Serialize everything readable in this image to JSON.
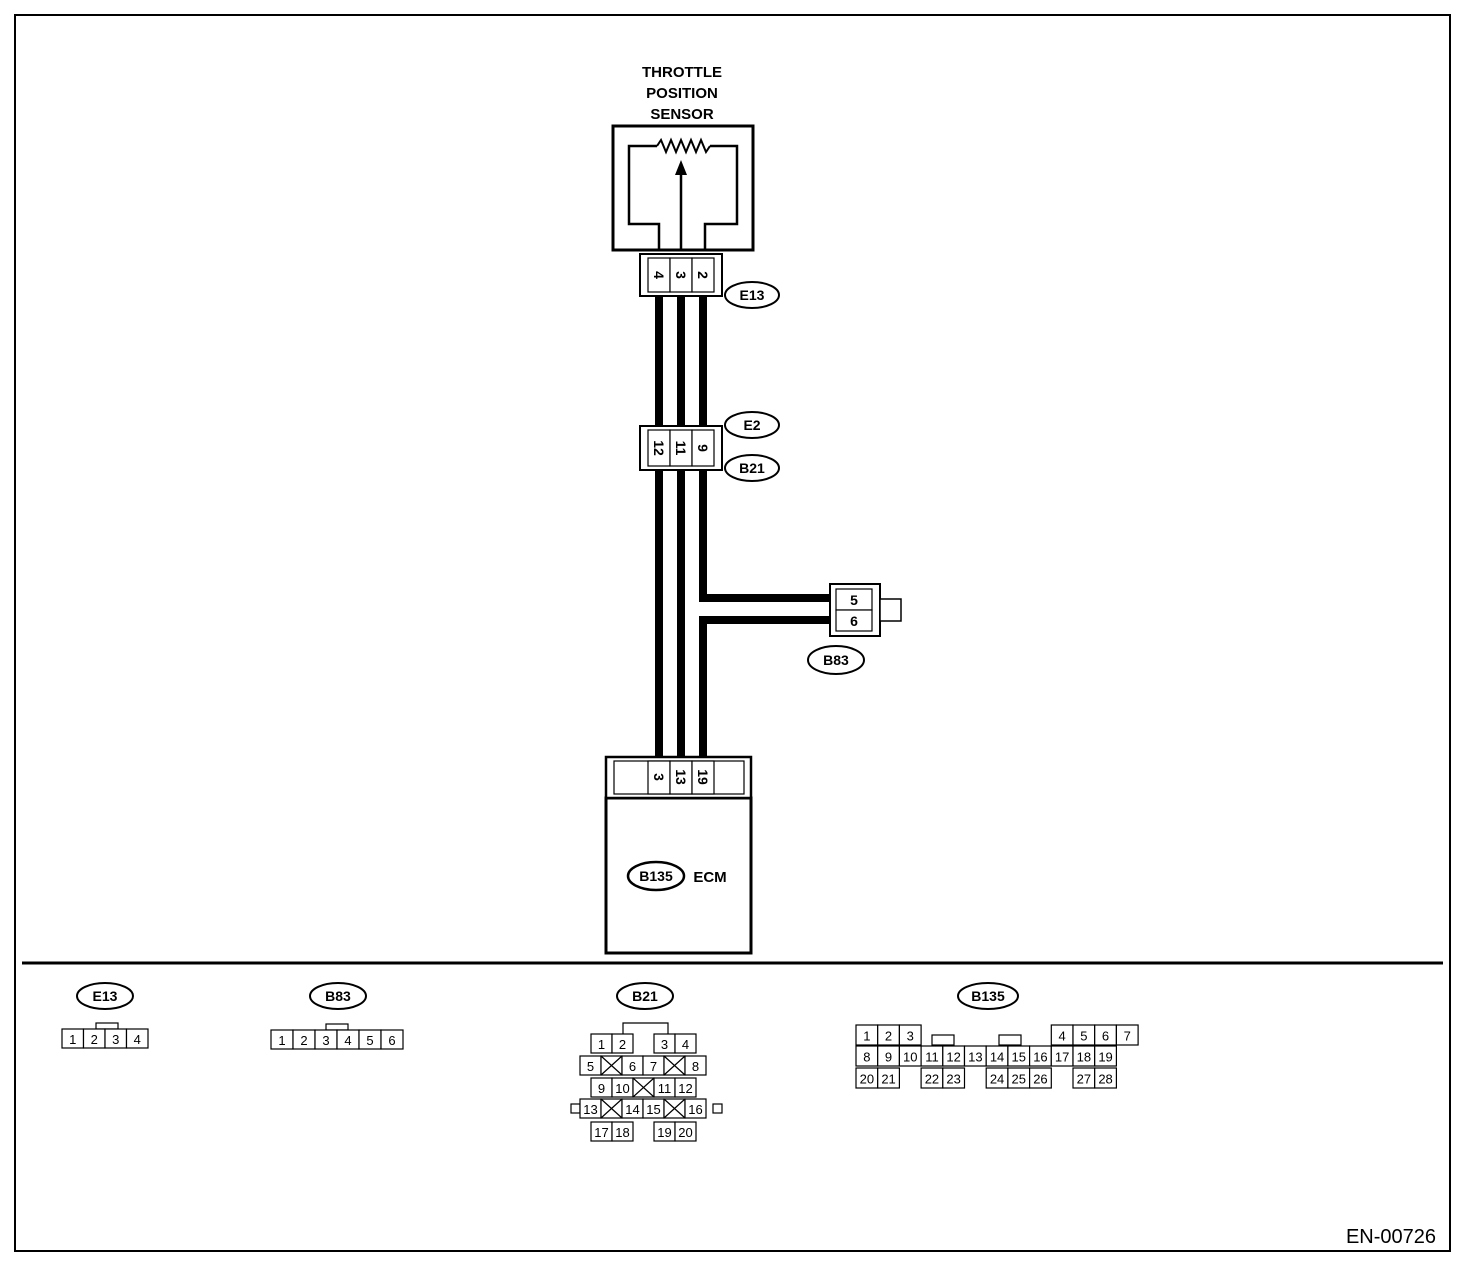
{
  "components": {
    "sensor": {
      "label_lines": [
        "THROTTLE",
        "POSITION",
        "SENSOR"
      ]
    },
    "ecm": {
      "label": "ECM",
      "connector_tag": "B135",
      "pins": [
        "3",
        "13",
        "19"
      ]
    }
  },
  "connectors": {
    "e13_tag": "E13",
    "e13_pins": [
      "4",
      "3",
      "2"
    ],
    "e2_tag": "E2",
    "b21_tag": "B21",
    "b21_pins": [
      "12",
      "11",
      "9"
    ],
    "b83_tag": "B83",
    "b83_pins": [
      "5",
      "6"
    ]
  },
  "connector_views": {
    "e13": {
      "tag": "E13",
      "pins": [
        "1",
        "2",
        "3",
        "4"
      ]
    },
    "b83": {
      "tag": "B83",
      "pins": [
        "1",
        "2",
        "3",
        "4",
        "5",
        "6"
      ]
    },
    "b21": {
      "tag": "B21",
      "rows": [
        [
          "1",
          "2",
          "",
          "3",
          "4"
        ],
        [
          "5",
          "X",
          "6",
          "7",
          "X",
          "8"
        ],
        [
          "9",
          "10",
          "X",
          "11",
          "12"
        ],
        [
          "13",
          "X",
          "14",
          "15",
          "X",
          "16"
        ],
        [
          "17",
          "18",
          "",
          "19",
          "20"
        ]
      ]
    },
    "b135": {
      "tag": "B135",
      "rows": [
        [
          "1",
          "2",
          "3",
          "",
          "",
          "",
          "",
          "",
          "",
          "4",
          "5",
          "6",
          "7"
        ],
        [
          "8",
          "9",
          "10",
          "11",
          "12",
          "13",
          "14",
          "15",
          "16",
          "17",
          "18",
          "19"
        ],
        [
          "20",
          "21",
          "",
          "22",
          "23",
          "",
          "24",
          "25",
          "26",
          "",
          "27",
          "28"
        ]
      ]
    }
  },
  "footer": {
    "figure_id": "EN-00726"
  },
  "colors": {
    "line": "#000000",
    "background": "#ffffff"
  }
}
